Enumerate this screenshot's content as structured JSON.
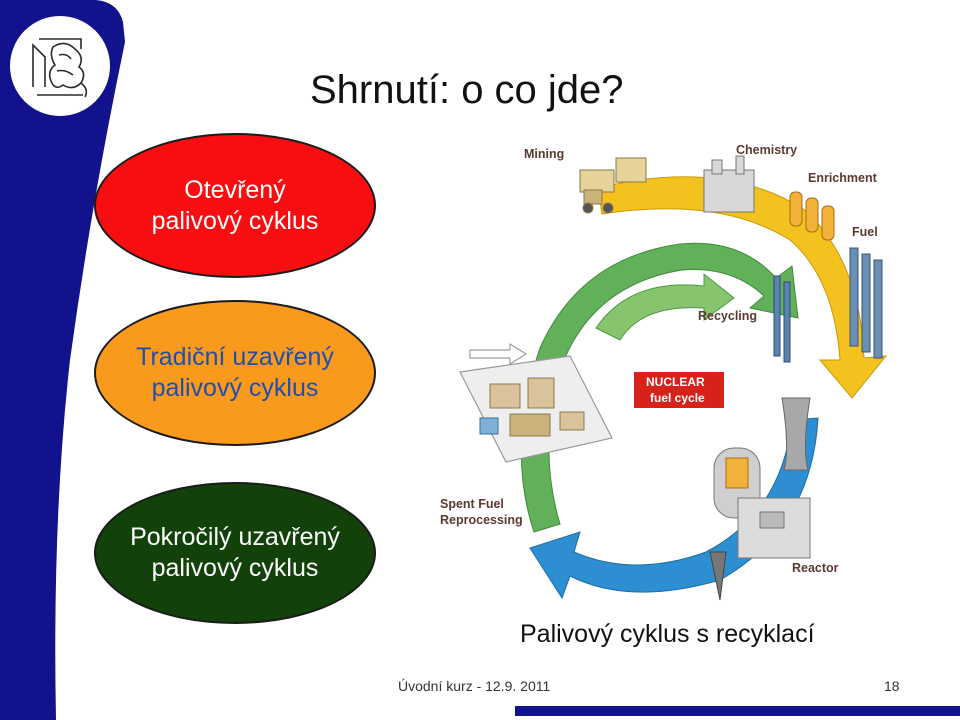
{
  "slide": {
    "title": "Shrnutí: o co jde?",
    "ovals": {
      "open": [
        "Otevřený",
        "palivový cyklus"
      ],
      "traditional": [
        "Tradiční uzavřený",
        "palivový cyklus"
      ],
      "advanced": [
        "Pokročilý uzavřený",
        "palivový cyklus"
      ]
    },
    "diagram": {
      "labels": {
        "mining": "Mining",
        "chemistry": "Chemistry",
        "enrichment": "Enrichment",
        "fuel": "Fuel",
        "recycling": "Recycling",
        "nuclear": "NUCLEAR",
        "fuel_cycle": "fuel cycle",
        "spent_fuel": "Spent Fuel",
        "reprocessing": "Reprocessing",
        "reactor": "Reactor"
      }
    },
    "caption": "Palivový cyklus s recyklací",
    "footer": {
      "course": "Úvodní kurz - 12.9. 2011",
      "page": "18"
    }
  },
  "colors": {
    "sidebar": "#11128c",
    "open_oval": "#f80d10",
    "traditional_oval": "#f99a1c",
    "traditional_text": "#1f4fae",
    "advanced_oval": "#12420a",
    "arrow_yellow": "#f3c21f",
    "arrow_green": "#62b05a",
    "arrow_blue": "#2d8fd1",
    "nuclear_badge": "#d9211c"
  }
}
